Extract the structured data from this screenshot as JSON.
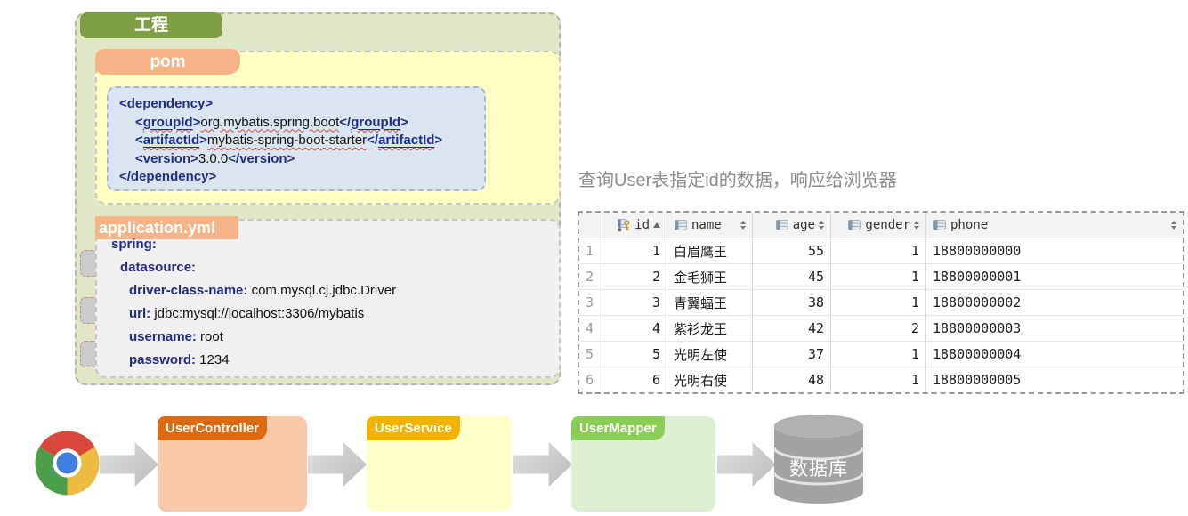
{
  "colors": {
    "project_fill": "#dfe7c7",
    "project_tab": "#7e9e44",
    "pom_tab": "#f6b387",
    "pom_fill": "#ffffc4",
    "code_fill": "#dbe5f1",
    "code_tag_text": "#1f2e8a",
    "squiggle": "#d04a3a",
    "yml_fill": "#f1efef",
    "caption_text": "#8c8c8c",
    "grid_header_bg": "#f3f3f3",
    "controller_tab": "#dd6a10",
    "controller_fill": "#f9c9a9",
    "service_tab": "#f2b200",
    "service_fill": "#ffffca",
    "mapper_tab": "#8bce57",
    "mapper_fill": "#dcefd0",
    "arrow": "#c8c8c8",
    "cylinder": "#a2a2a2"
  },
  "project": {
    "title": "工程",
    "pom": {
      "label": "pom",
      "lines": [
        {
          "ind": 0,
          "seg": [
            {
              "t": "<dependency>",
              "nav": 1,
              "b": 1
            }
          ]
        },
        {
          "ind": 1,
          "seg": [
            {
              "t": "<",
              "nav": 1,
              "b": 1
            },
            {
              "t": "groupId",
              "nav": 1,
              "b": 1,
              "u": 1,
              "sq": 1
            },
            {
              "t": ">",
              "nav": 1,
              "b": 1
            },
            {
              "t": "org.mybatis.spring.boot",
              "sq": 1
            },
            {
              "t": "</",
              "nav": 1,
              "b": 1
            },
            {
              "t": "groupId",
              "nav": 1,
              "b": 1,
              "u": 1,
              "sq": 1
            },
            {
              "t": ">",
              "nav": 1,
              "b": 1
            }
          ]
        },
        {
          "ind": 1,
          "seg": [
            {
              "t": "<",
              "nav": 1,
              "b": 1
            },
            {
              "t": "artifactId",
              "nav": 1,
              "b": 1,
              "u": 1,
              "sq": 1
            },
            {
              "t": ">",
              "nav": 1,
              "b": 1
            },
            {
              "t": "mybatis-spring-boot-starter",
              "sq": 1
            },
            {
              "t": "</",
              "nav": 1,
              "b": 1
            },
            {
              "t": "artifactId",
              "nav": 1,
              "b": 1,
              "u": 1,
              "sq": 1
            },
            {
              "t": ">",
              "nav": 1,
              "b": 1
            }
          ]
        },
        {
          "ind": 1,
          "seg": [
            {
              "t": "<version>",
              "nav": 1,
              "b": 1
            },
            {
              "t": "3.0.0"
            },
            {
              "t": "</version>",
              "nav": 1,
              "b": 1
            }
          ]
        },
        {
          "ind": 0,
          "seg": [
            {
              "t": "</dependency>",
              "nav": 1,
              "b": 1
            }
          ]
        }
      ]
    },
    "yml": {
      "label": "application.yml",
      "lines": [
        {
          "ind": 0,
          "key": "spring",
          "value": ""
        },
        {
          "ind": 1,
          "key": "datasource",
          "value": ""
        },
        {
          "ind": 2,
          "key": "driver-class-name",
          "value": "com.mysql.cj.jdbc.Driver"
        },
        {
          "ind": 2,
          "key": "url",
          "value": "jdbc:mysql://localhost:3306/mybatis"
        },
        {
          "ind": 2,
          "key": "username",
          "value": "root"
        },
        {
          "ind": 2,
          "key": "password",
          "value": "1234"
        }
      ]
    }
  },
  "query": {
    "caption": "查询User表指定id的数据，响应给浏览器"
  },
  "table": {
    "columns": [
      {
        "label": "",
        "icon": "",
        "sort": "",
        "align": "left",
        "type": "rownum"
      },
      {
        "label": "id",
        "icon": "key-icon",
        "sort": "asc",
        "align": "right"
      },
      {
        "label": "name",
        "icon": "table-icon",
        "sort": "both",
        "align": "left"
      },
      {
        "label": "age",
        "icon": "table-icon",
        "sort": "both",
        "align": "right"
      },
      {
        "label": "gender",
        "icon": "table-icon",
        "sort": "both",
        "align": "right"
      },
      {
        "label": "phone",
        "icon": "table-icon",
        "sort": "both",
        "align": "left"
      }
    ],
    "rows": [
      [
        "1",
        "1",
        "白眉鹰王",
        "55",
        "1",
        "18800000000"
      ],
      [
        "2",
        "2",
        "金毛狮王",
        "45",
        "1",
        "18800000001"
      ],
      [
        "3",
        "3",
        "青翼蝠王",
        "38",
        "1",
        "18800000002"
      ],
      [
        "4",
        "4",
        "紫衫龙王",
        "42",
        "2",
        "18800000003"
      ],
      [
        "5",
        "5",
        "光明左使",
        "37",
        "1",
        "18800000004"
      ],
      [
        "6",
        "6",
        "光明右使",
        "48",
        "1",
        "18800000005"
      ]
    ]
  },
  "flow": {
    "browser_icon": "chrome-icon",
    "nodes": [
      {
        "label": "UserController",
        "tab_color": "#dd6a10",
        "fill_color": "#f9c9a9"
      },
      {
        "label": "UserService",
        "tab_color": "#f2b200",
        "fill_color": "#ffffca"
      },
      {
        "label": "UserMapper",
        "tab_color": "#8bce57",
        "fill_color": "#dcefd0"
      }
    ],
    "database_label": "数据库"
  }
}
